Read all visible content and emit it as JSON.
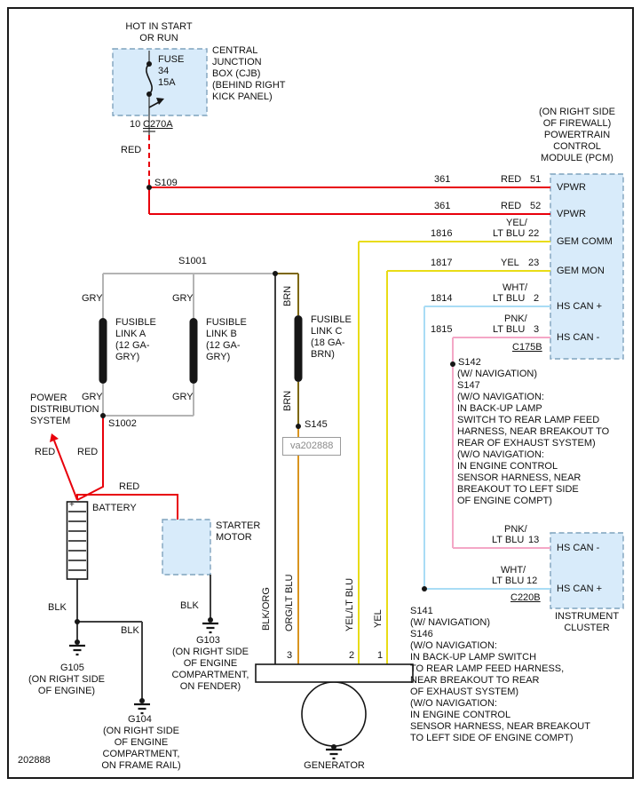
{
  "palette": {
    "wire_red": "#e8000b",
    "wire_gray": "#b4b4b4",
    "wire_brown": "#7d6708",
    "wire_orange": "#d9941f",
    "wire_yellow": "#e9dc16",
    "wire_light_blue": "#a9dcf5",
    "wire_pink": "#f4a7c6",
    "wire_black": "#3f3f3f",
    "module_box_fill": "#d8ebfa",
    "module_box_border": "#7fa3bd",
    "symbol_black": "#161616",
    "text_color": "#111111",
    "watermark_color": "#8a8a8a"
  },
  "header": {
    "hot_label": "HOT IN START\nOR RUN",
    "fuse": "FUSE\n34\n15A",
    "cjb_label": "CENTRAL\nJUNCTION\nBOX (CJB)\n(BEHIND RIGHT\nKICK PANEL)",
    "pin": "10",
    "connector": "C270A",
    "wire": "RED",
    "splice": "S109"
  },
  "pcm": {
    "location": "(ON RIGHT SIDE\nOF FIREWALL)\nPOWERTRAIN\nCONTROL\nMODULE (PCM)",
    "connector": "C175B",
    "rows": [
      {
        "circuit": "361",
        "color": "RED",
        "pin": "51",
        "signal": "VPWR"
      },
      {
        "circuit": "361",
        "color": "RED",
        "pin": "52",
        "signal": "VPWR"
      },
      {
        "circuit": "1816",
        "color1": "YEL/",
        "color2": "LT BLU",
        "pin": "22",
        "signal": "GEM COMM"
      },
      {
        "circuit": "1817",
        "color": "YEL",
        "pin": "23",
        "signal": "GEM MON"
      },
      {
        "circuit": "1814",
        "color1": "WHT/",
        "color2": "LT BLU",
        "pin": "2",
        "signal": "HS CAN +"
      },
      {
        "circuit": "1815",
        "color1": "PNK/",
        "color2": "LT BLU",
        "pin": "3",
        "signal": "HS CAN -"
      }
    ]
  },
  "bus": {
    "splice_s1001": "S1001",
    "gry_top_a": "GRY",
    "gry_top_b": "GRY",
    "brn_top": "BRN",
    "gry_bot_a": "GRY",
    "gry_bot_b": "GRY",
    "brn_bot": "BRN",
    "links": [
      "FUSIBLE\nLINK A\n(12 GA-\nGRY)",
      "FUSIBLE\nLINK B\n(12 GA-\nGRY)",
      "FUSIBLE\nLINK C\n(18 GA-\nBRN)"
    ],
    "splice_s1002": "S1002",
    "splice_s145": "S145"
  },
  "power": {
    "pds_label": "POWER\nDISTRIBUTION\nSYSTEM",
    "red_arrow": "RED",
    "red_feed": "RED",
    "red_starter": "RED",
    "battery": "BATTERY",
    "plus": "+",
    "starter": "STARTER\nMOTOR"
  },
  "grounds": {
    "blk_battery": "BLK",
    "blk_starter": "BLK",
    "blk_frame": "BLK",
    "g105": "G105",
    "g105_loc": "(ON RIGHT SIDE\nOF ENGINE)",
    "g103": "G103",
    "g103_loc": "(ON RIGHT SIDE\nOF ENGINE\nCOMPARTMENT,\nON FENDER)",
    "g104": "G104",
    "g104_loc": "(ON RIGHT SIDE\nOF ENGINE\nCOMPARTMENT,\nON FRAME RAIL)"
  },
  "generator": {
    "label": "GENERATOR",
    "pin3": "3",
    "pin2": "2",
    "pin1": "1",
    "wire_blk_org": "BLK/ORG",
    "wire_org_ltblu": "ORG/LT BLU",
    "wire_yel_ltblu": "YEL/LT BLU",
    "wire_yel": "YEL"
  },
  "cluster": {
    "label": "INSTRUMENT\nCLUSTER",
    "connector": "C220B",
    "rows": [
      {
        "color1": "PNK/",
        "color2": "LT BLU",
        "pin": "13",
        "signal": "HS CAN -"
      },
      {
        "color1": "WHT/",
        "color2": "LT BLU",
        "pin": "12",
        "signal": "HS CAN +"
      }
    ]
  },
  "notes": {
    "s142": "S142",
    "s142_note": "(W/ NAVIGATION)\nS147\n(W/O NAVIGATION:\nIN BACK-UP LAMP\nSWITCH TO REAR LAMP FEED\nHARNESS, NEAR BREAKOUT TO\nREAR OF EXHAUST SYSTEM)\n(W/O NAVIGATION:\nIN ENGINE CONTROL\nSENSOR HARNESS, NEAR\nBREAKOUT TO LEFT SIDE\nOF ENGINE COMPT)",
    "s141": "S141",
    "s141_note": "(W/ NAVIGATION)\nS146\n(W/O NAVIGATION:\nIN BACK-UP LAMP SWITCH\nTO REAR LAMP FEED HARNESS,\nNEAR BREAKOUT TO REAR\nOF EXHAUST SYSTEM)\n(W/O NAVIGATION:\nIN ENGINE CONTROL\nSENSOR HARNESS, NEAR BREAKOUT\nTO LEFT SIDE OF ENGINE COMPT)"
  },
  "footer": {
    "diagram_number": "202888"
  },
  "watermark": "va202888"
}
